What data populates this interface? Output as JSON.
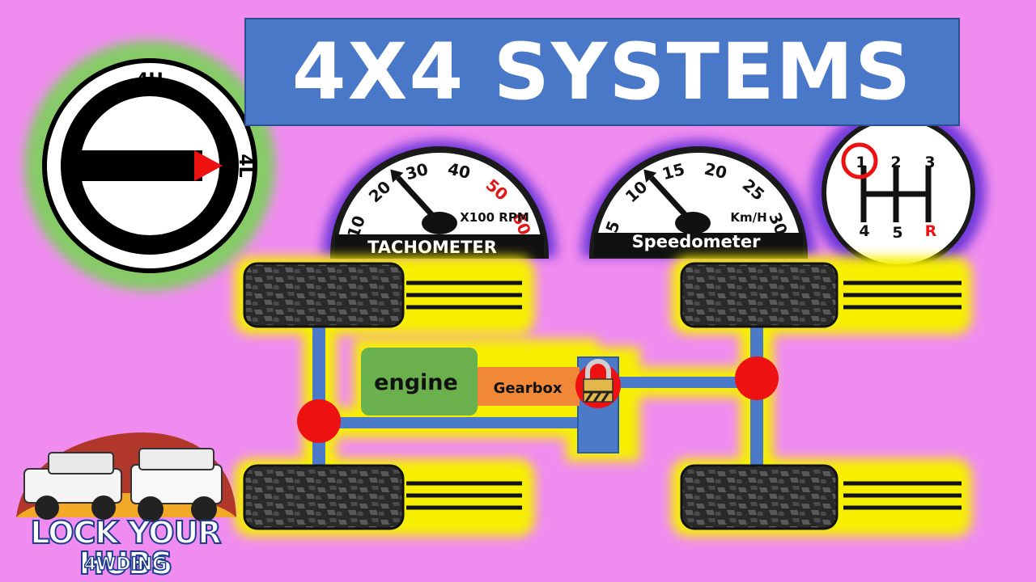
{
  "title": "4x4 SYSTEMS",
  "selector": {
    "label_top": "4H",
    "label_right": "4L"
  },
  "tachometer": {
    "label": "TACHOMETER",
    "unit": "X100 RPM",
    "ticks": [
      "10",
      "20",
      "30",
      "40",
      "50",
      "60"
    ],
    "redline_ticks": [
      "50",
      "60"
    ],
    "needle_value": 20
  },
  "speedometer": {
    "label": "Speedometer",
    "unit": "Km/H",
    "ticks": [
      "5",
      "10",
      "15",
      "20",
      "25",
      "30"
    ],
    "needle_value": 10
  },
  "gear_shifter": {
    "gears_top": [
      "1",
      "2",
      "3"
    ],
    "gears_bottom": [
      "4",
      "5",
      "R"
    ],
    "selected": "1"
  },
  "drivetrain": {
    "engine_label": "engine",
    "gearbox_label": "Gearbox",
    "lock_state": "locked"
  },
  "logo": {
    "line1": "LOCK YOUR HUBS",
    "line2": "4WDING"
  },
  "colors": {
    "background": "#f08cf0",
    "title_box": "#4a78c8",
    "engine": "#6ab04c",
    "gearbox": "#f08838",
    "shaft": "#4a7ac8",
    "differential": "#ee1111",
    "glow_yellow": "#f6f000",
    "glow_green": "#64e03a",
    "gauge_border": "#5a2cd8"
  }
}
